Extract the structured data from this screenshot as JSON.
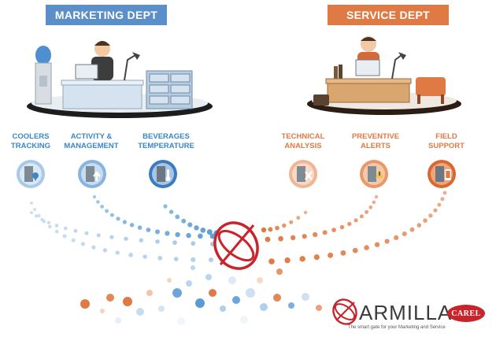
{
  "marketing": {
    "title": "MARKETING DEPT",
    "color": "#5b8fc9",
    "items": [
      {
        "label": "COOLERS\nTRACKING",
        "icon": "location-pin-icon"
      },
      {
        "label": "ACTIVITY &\nMANAGEMENT",
        "icon": "upload-arrow-icon"
      },
      {
        "label": "BEVERAGES\nTEMPERATURE",
        "icon": "thermometer-icon"
      }
    ]
  },
  "service": {
    "title": "SERVICE DEPT",
    "color": "#e07a45",
    "items": [
      {
        "label": "TECHNICAL\nANALYSIS",
        "icon": "wrench-screwdriver-icon"
      },
      {
        "label": "PREVENTIVE\nALERTS",
        "icon": "warning-triangle-icon"
      },
      {
        "label": "FIELD\nSUPPORT",
        "icon": "smartphone-icon"
      }
    ]
  },
  "brand": {
    "name": "ARMILLA",
    "tagline": "The smart gate for your Marketing and Service",
    "partner": "CAREL",
    "accent": "#c8242b"
  }
}
